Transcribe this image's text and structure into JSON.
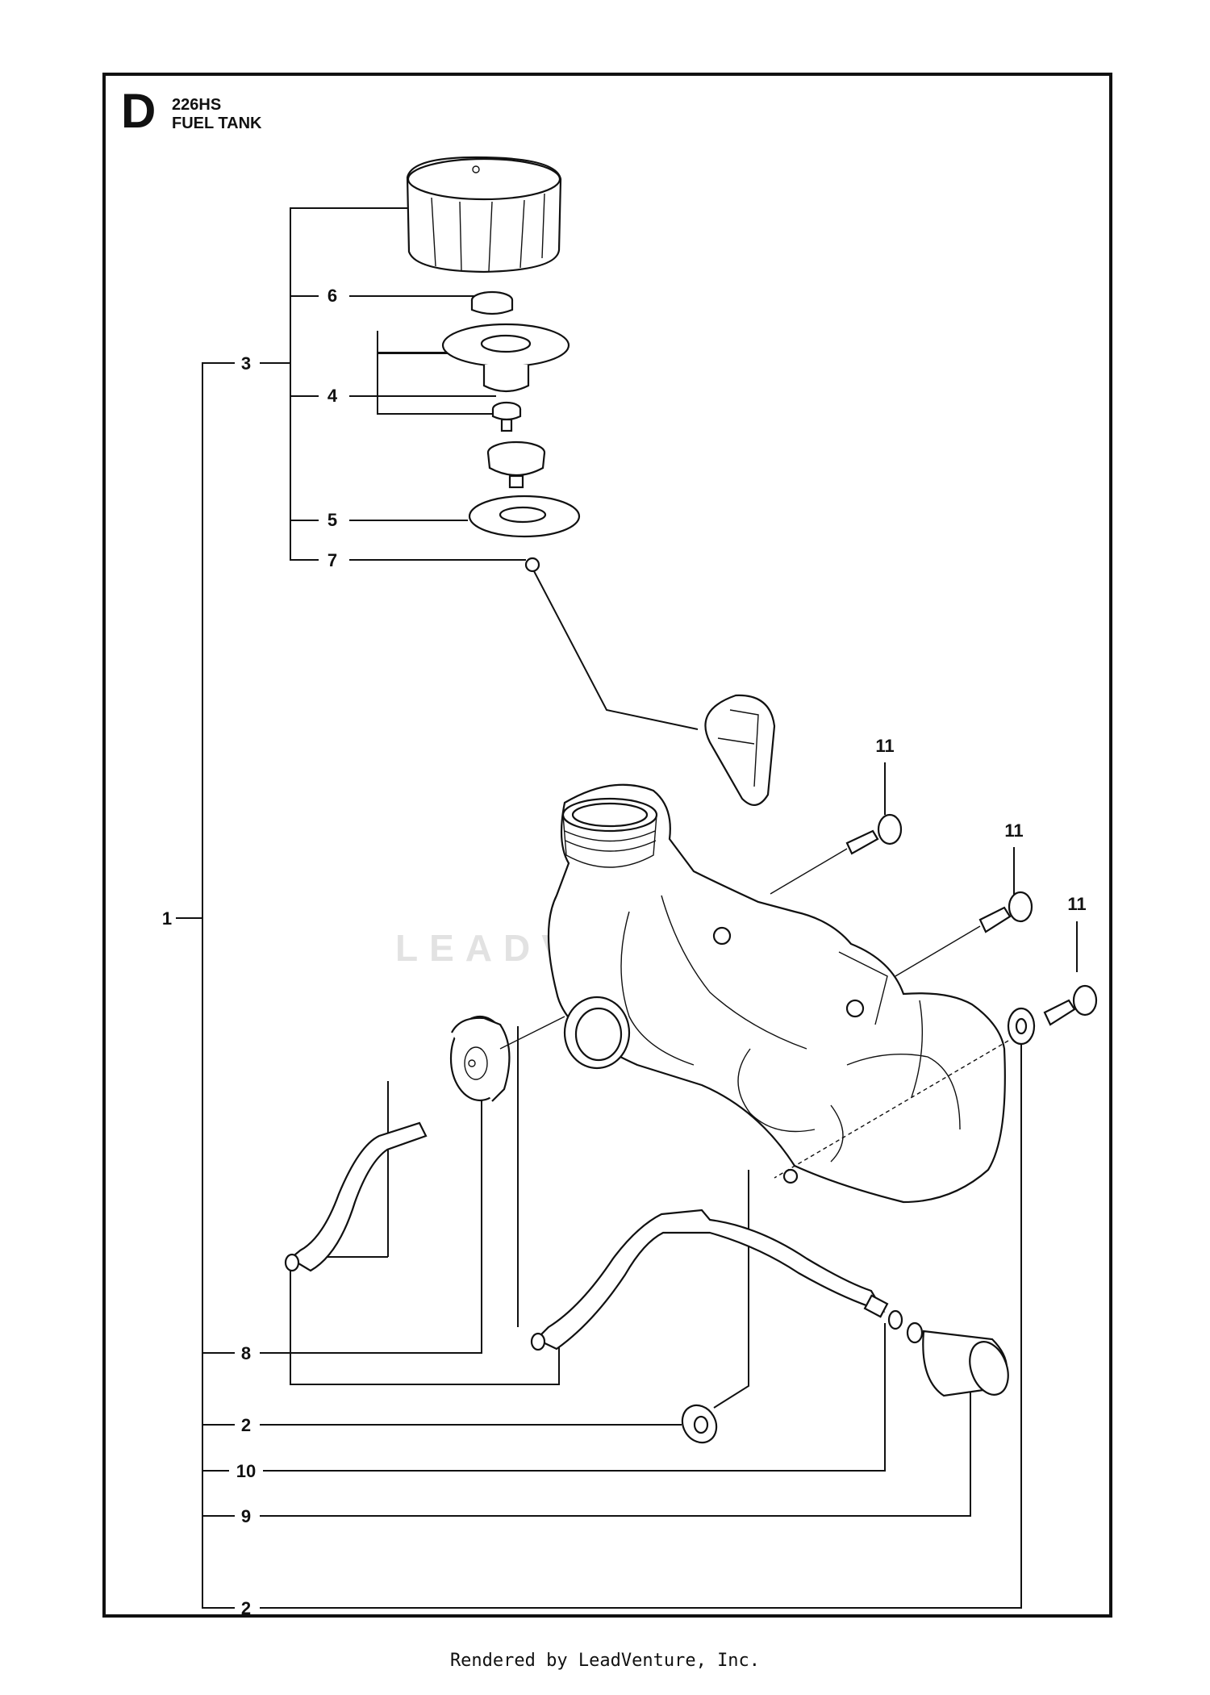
{
  "header": {
    "section_letter": "D",
    "model": "226HS",
    "subtitle": "FUEL TANK"
  },
  "watermark": "LEADVENTURE",
  "footer": "Rendered by LeadVenture, Inc.",
  "callouts": {
    "c6": "6",
    "c3": "3",
    "c4": "4",
    "c5": "5",
    "c7": "7",
    "c1": "1",
    "c8": "8",
    "c2a": "2",
    "c10": "10",
    "c9": "9",
    "c2b": "2",
    "c11a": "11",
    "c11b": "11",
    "c11c": "11"
  },
  "colors": {
    "line": "#111111",
    "watermark": "#e2e2e2",
    "background": "#ffffff"
  }
}
